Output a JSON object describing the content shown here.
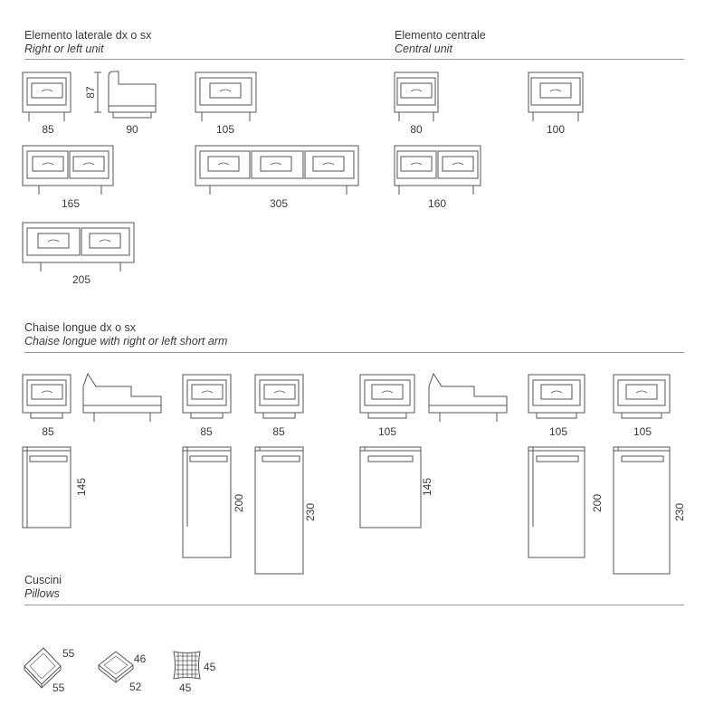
{
  "sections": {
    "lateral": {
      "title": "Elemento laterale dx o sx",
      "subtitle": "Right or left unit"
    },
    "central": {
      "title": "Elemento centrale",
      "subtitle": "Central unit"
    },
    "chaise": {
      "title": "Chaise longue dx o sx",
      "subtitle": "Chaise longue with right or left short arm"
    },
    "pillows": {
      "title": "Cuscini",
      "subtitle": "Pillows"
    }
  },
  "dims": {
    "lat_85": "85",
    "lat_height_87": "87",
    "lat_depth_90": "90",
    "lat_105": "105",
    "lat_165": "165",
    "lat_305": "305",
    "lat_205": "205",
    "cen_80": "80",
    "cen_100": "100",
    "cen_160": "160",
    "ch_a_w": "85",
    "ch_b_w": "85",
    "ch_c_w": "85",
    "ch_d_w": "105",
    "ch_e_w": "105",
    "ch_f_w": "105",
    "ch_a_len": "145",
    "ch_b_len": "200",
    "ch_c_len": "230",
    "ch_d_len": "145",
    "ch_e_len": "200",
    "ch_f_len": "230",
    "p1_a": "55",
    "p1_b": "55",
    "p2_a": "46",
    "p2_b": "52",
    "p3_a": "45",
    "p3_b": "45"
  },
  "colors": {
    "line": "#555555",
    "text": "#3a3a3a",
    "rule": "#9a9a9a"
  }
}
